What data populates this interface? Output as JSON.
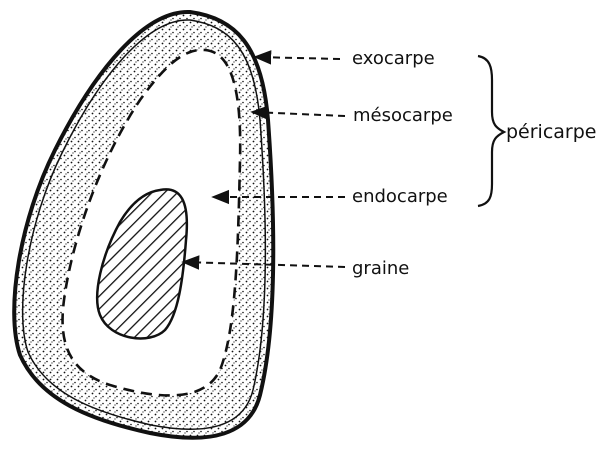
{
  "diagram": {
    "labels": {
      "exocarpe": "exocarpe",
      "mesocarpe": "mésocarpe",
      "endocarpe": "endocarpe",
      "graine": "graine",
      "pericarpe": "péricarpe"
    },
    "colors": {
      "ink": "#111111",
      "background": "#ffffff"
    }
  }
}
